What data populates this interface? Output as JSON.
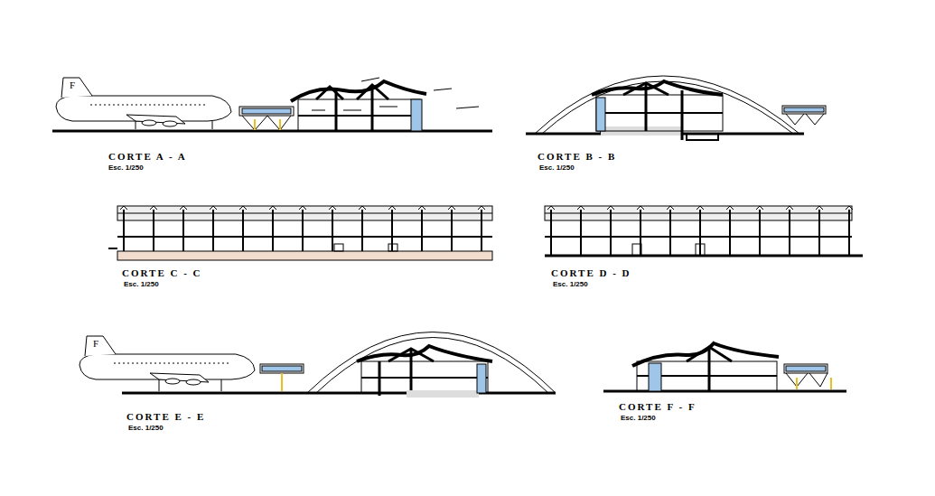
{
  "diagram": {
    "labels": [
      "F",
      "CORTE A - A",
      "Esc. 1/250",
      "CORTE B - B",
      "Esc. 1/250",
      "CORTE C - C",
      "Esc. 1/250",
      "CORTE D - D",
      "Esc. 1/250",
      "F",
      "CORTE E - E",
      "Esc. 1/250",
      "CORTE F - F",
      "Esc. 1/250"
    ]
  }
}
